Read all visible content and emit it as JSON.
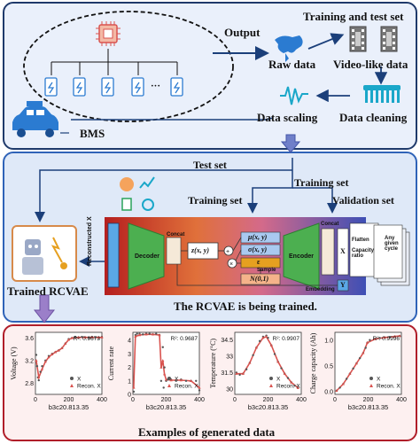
{
  "top": {
    "output": "Output",
    "raw_data": "Raw data",
    "training_test_set": "Training  and test set",
    "video_like_data": "Video-like data",
    "data_scaling": "Data scaling",
    "data_cleaning": "Data cleaning",
    "bms": "BMS",
    "dots": "···"
  },
  "middle": {
    "test_set": "Test set",
    "training_set_top": "Training set",
    "training_set_left": "Training set",
    "validation_set": "Validation set",
    "trained_rcvae": "Trained RCVAE",
    "caption": "The RCVAE is being trained.",
    "arch": {
      "reconstructed_x": "Reconstructed X",
      "decoder": "Decoder",
      "concat_left": "Concat",
      "z": "z(x, y)",
      "mu": "μ(x, y)",
      "sigma": "σ(x, y)",
      "epsilon": "ε",
      "sample": "Sample",
      "normal": "N(0,1)",
      "encoder": "Encoder",
      "concat_right": "Concat",
      "x_label": "X",
      "flatten": "Flatten",
      "capacity_ratio": "Capacity ratio",
      "embedding": "Embedding",
      "y_label": "Y",
      "any_cycle": "Any given cycle"
    }
  },
  "bottom": {
    "title": "Examples of generated data",
    "xlabel": "b3c20.813.35",
    "legend_x": "X",
    "legend_recon": "Recon. X"
  },
  "chart_data": [
    {
      "type": "scatter",
      "ylabel": "Voltage (V)",
      "xlabel": "b3c20.813.35",
      "r2": "R²: 0.9673",
      "xticks": [
        "0",
        "200",
        "400"
      ],
      "yticks": [
        "2.8",
        "3.2",
        "3.6"
      ],
      "xlim": [
        0,
        400
      ],
      "ylim": [
        2.6,
        3.7
      ],
      "series": [
        {
          "name": "X",
          "x": [
            5,
            10,
            15,
            20,
            30,
            40,
            60,
            80,
            100,
            120,
            140,
            160,
            180,
            200,
            220,
            240,
            260,
            280,
            300,
            320,
            340,
            360,
            380,
            400
          ],
          "y": [
            3.3,
            3.1,
            2.9,
            2.85,
            3.0,
            3.1,
            3.2,
            3.28,
            3.32,
            3.35,
            3.38,
            3.42,
            3.5,
            3.58,
            3.6,
            3.62,
            3.6,
            3.62,
            3.61,
            3.6,
            3.62,
            3.61,
            3.6,
            3.62
          ]
        },
        {
          "name": "Recon. X",
          "x": [
            5,
            20,
            40,
            60,
            80,
            100,
            120,
            140,
            160,
            180,
            200,
            220,
            260,
            300,
            340,
            380,
            400
          ],
          "y": [
            3.2,
            2.9,
            3.05,
            3.18,
            3.26,
            3.31,
            3.35,
            3.38,
            3.42,
            3.5,
            3.57,
            3.6,
            3.61,
            3.61,
            3.61,
            3.61,
            3.61
          ]
        }
      ]
    },
    {
      "type": "scatter",
      "ylabel": "Current rate",
      "xlabel": "b3c20.813.35",
      "r2": "R²: 0.9687",
      "xticks": [
        "0",
        "200",
        "400"
      ],
      "yticks": [
        "0",
        "1",
        "2",
        "3",
        "4"
      ],
      "xlim": [
        0,
        400
      ],
      "ylim": [
        0,
        4.6
      ],
      "series": [
        {
          "name": "X",
          "x": [
            5,
            15,
            25,
            40,
            60,
            80,
            100,
            120,
            140,
            160,
            170,
            180,
            185,
            190,
            200,
            210,
            230,
            260,
            290,
            320,
            350,
            380,
            400
          ],
          "y": [
            0.2,
            4.4,
            4.5,
            4.5,
            4.45,
            4.5,
            4.5,
            4.45,
            4.5,
            4.4,
            1.0,
            3.5,
            0.5,
            2.0,
            1.0,
            1.1,
            1.1,
            1.0,
            1.1,
            1.0,
            1.0,
            1.0,
            0.3
          ]
        },
        {
          "name": "Recon. X",
          "x": [
            5,
            15,
            40,
            80,
            120,
            160,
            170,
            180,
            190,
            200,
            230,
            290,
            350,
            400
          ],
          "y": [
            0.5,
            4.3,
            4.4,
            4.45,
            4.45,
            4.4,
            2.0,
            2.5,
            1.5,
            1.1,
            1.05,
            1.05,
            1.0,
            0.5
          ]
        }
      ]
    },
    {
      "type": "scatter",
      "ylabel": "Temperature (°C)",
      "xlabel": "b3c20.813.35",
      "r2": "R²: 0.9907",
      "xticks": [
        "0",
        "200",
        "400"
      ],
      "yticks": [
        "30",
        "31.5",
        "33",
        "34.5"
      ],
      "xlim": [
        0,
        400
      ],
      "ylim": [
        29.5,
        35.2
      ],
      "series": [
        {
          "name": "X",
          "x": [
            10,
            30,
            50,
            70,
            90,
            110,
            130,
            150,
            170,
            190,
            200,
            220,
            240,
            260,
            280,
            300,
            320,
            340,
            360,
            380
          ],
          "y": [
            31.5,
            31.3,
            31.4,
            31.8,
            32.4,
            33.1,
            33.8,
            34.4,
            34.8,
            34.9,
            34.7,
            34.0,
            33.2,
            32.5,
            31.9,
            31.4,
            31.0,
            30.6,
            30.3,
            30.1
          ]
        },
        {
          "name": "Recon. X",
          "x": [
            10,
            50,
            90,
            130,
            170,
            190,
            220,
            260,
            300,
            340,
            380
          ],
          "y": [
            31.4,
            31.4,
            32.4,
            33.8,
            34.7,
            34.8,
            34.0,
            32.5,
            31.4,
            30.6,
            30.1
          ]
        }
      ]
    },
    {
      "type": "scatter",
      "ylabel": "Charge capacity (Ah)",
      "xlabel": "b3c20.813.35",
      "r2": "R²: 0.9996",
      "xticks": [
        "0",
        "200",
        "400"
      ],
      "yticks": [
        "0.0",
        "0.5",
        "1.0"
      ],
      "xlim": [
        0,
        400
      ],
      "ylim": [
        -0.05,
        1.15
      ],
      "series": [
        {
          "name": "X",
          "x": [
            10,
            30,
            50,
            70,
            90,
            110,
            130,
            150,
            170,
            185,
            195,
            210,
            240,
            270,
            300,
            330,
            360,
            390
          ],
          "y": [
            0.02,
            0.08,
            0.15,
            0.25,
            0.35,
            0.45,
            0.55,
            0.65,
            0.75,
            0.85,
            0.95,
            1.0,
            1.02,
            1.04,
            1.05,
            1.06,
            1.07,
            1.08
          ]
        },
        {
          "name": "Recon. X",
          "x": [
            10,
            50,
            90,
            130,
            170,
            195,
            240,
            300,
            360,
            390
          ],
          "y": [
            0.02,
            0.15,
            0.35,
            0.55,
            0.75,
            0.95,
            1.02,
            1.05,
            1.07,
            1.08
          ]
        }
      ]
    }
  ],
  "colors": {
    "top_border": "#1f3a6b",
    "mid_border": "#2f63b8",
    "bottom_border": "#b01e2a",
    "series_x": "#555555",
    "series_recon": "#d9534f",
    "arrow": "#1b3f7a"
  }
}
